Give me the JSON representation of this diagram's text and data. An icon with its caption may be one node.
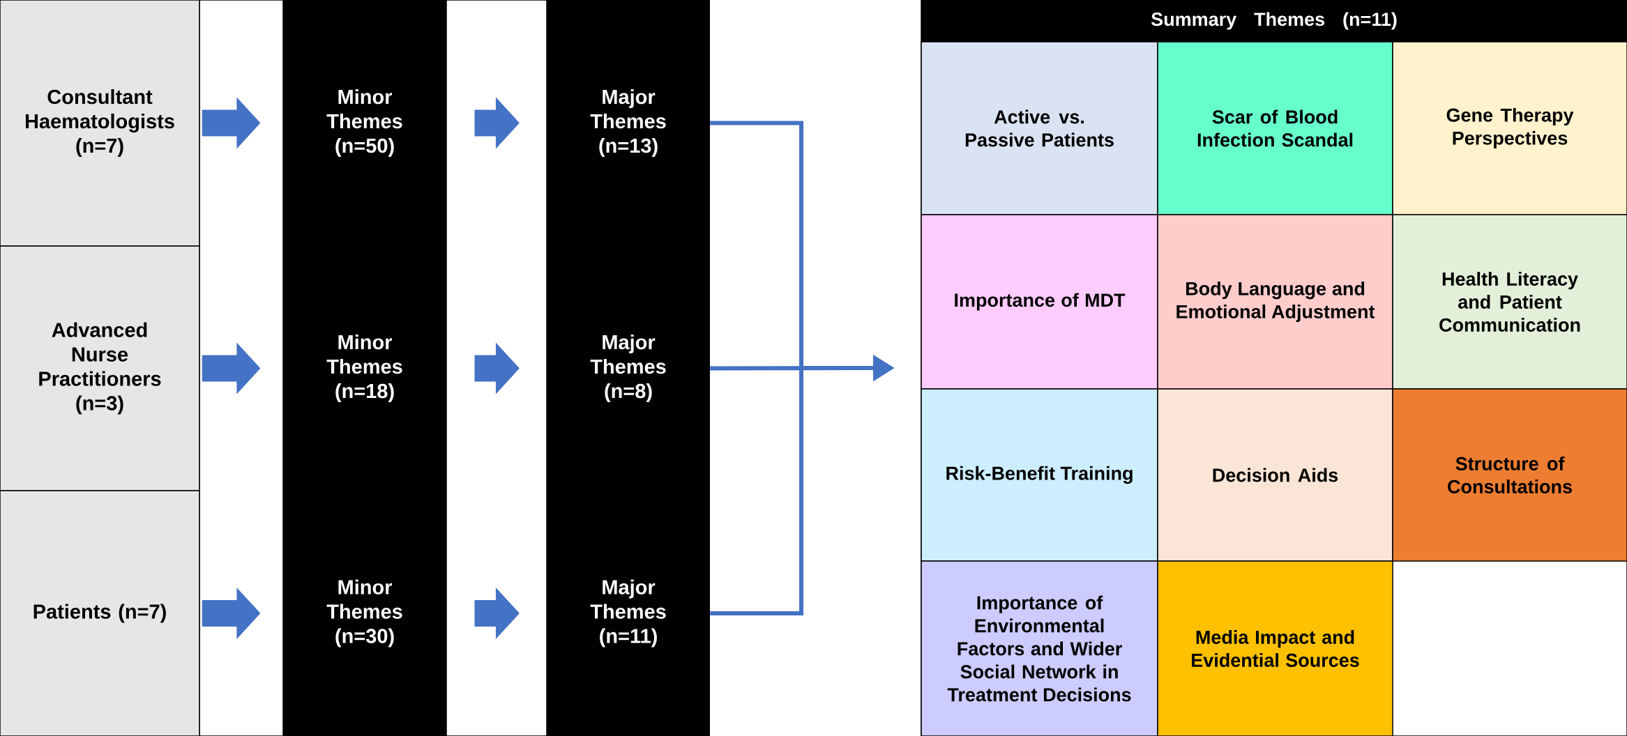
{
  "diagram": {
    "nodes": [
      {
        "text": [
          "Consultant Haematologists (n=7)"
        ]
      },
      {
        "text": [
          "Minor Themes (n=50)"
        ]
      },
      {
        "text": [
          "Major Themes (n=13)"
        ]
      },
      {
        "text": [
          "Advanced Nurse Practitioners (n=3)"
        ]
      },
      {
        "text": [
          "Minor Themes (n=18)"
        ]
      },
      {
        "text": [
          "Major Themes (n=8)"
        ]
      },
      {
        "text": [
          "Patients (n=7)"
        ]
      },
      {
        "text": [
          "Minor Themes (n=30)"
        ]
      },
      {
        "text": [
          "Major Themes (n=11)"
        ]
      },
      {
        "text": [
          "Summary Themes (n=11)"
        ]
      },
      {
        "text": [
          "Active vs. Passive Patients"
        ],
        "in": 9
      },
      {
        "text": [
          "Scar of Blood Infection Scandal"
        ],
        "in": 9
      },
      {
        "text": [
          "Gene Therapy Perspectives"
        ],
        "in": 9
      },
      {
        "text": [
          "Importance of MDT"
        ],
        "in": 9
      },
      {
        "text": [
          "Body Language and Emotional Adjustment"
        ],
        "in": 9
      },
      {
        "text": [
          "Health Literacy and Patient Communication"
        ],
        "in": 9
      },
      {
        "text": [
          "Risk-Benefit Training"
        ],
        "in": 9
      },
      {
        "text": [
          "Decision Aids"
        ],
        "in": 9
      },
      {
        "text": [
          "Structure of Consultations"
        ],
        "in": 9
      },
      {
        "text": [
          "Importance of Environmental Factors and Wider Social Network in Treatment Decisions"
        ],
        "in": 9
      },
      {
        "text": [
          "Media Impact and Evidential Sources"
        ],
        "in": 9
      }
    ],
    "edges": [
      {
        "from": 0,
        "to": 1,
        "arrow": "to"
      },
      {
        "from": 1,
        "to": 2,
        "arrow": "to"
      },
      {
        "from": 3,
        "to": 4,
        "arrow": "to"
      },
      {
        "from": 4,
        "to": 5,
        "arrow": "to"
      },
      {
        "from": 6,
        "to": 7,
        "arrow": "to"
      },
      {
        "from": 7,
        "to": 8,
        "arrow": "to"
      },
      {
        "from": 2,
        "to": 9,
        "arrow": "to"
      },
      {
        "from": 5,
        "to": 9,
        "arrow": "to"
      },
      {
        "from": 8,
        "to": 9,
        "arrow": "to"
      }
    ]
  }
}
